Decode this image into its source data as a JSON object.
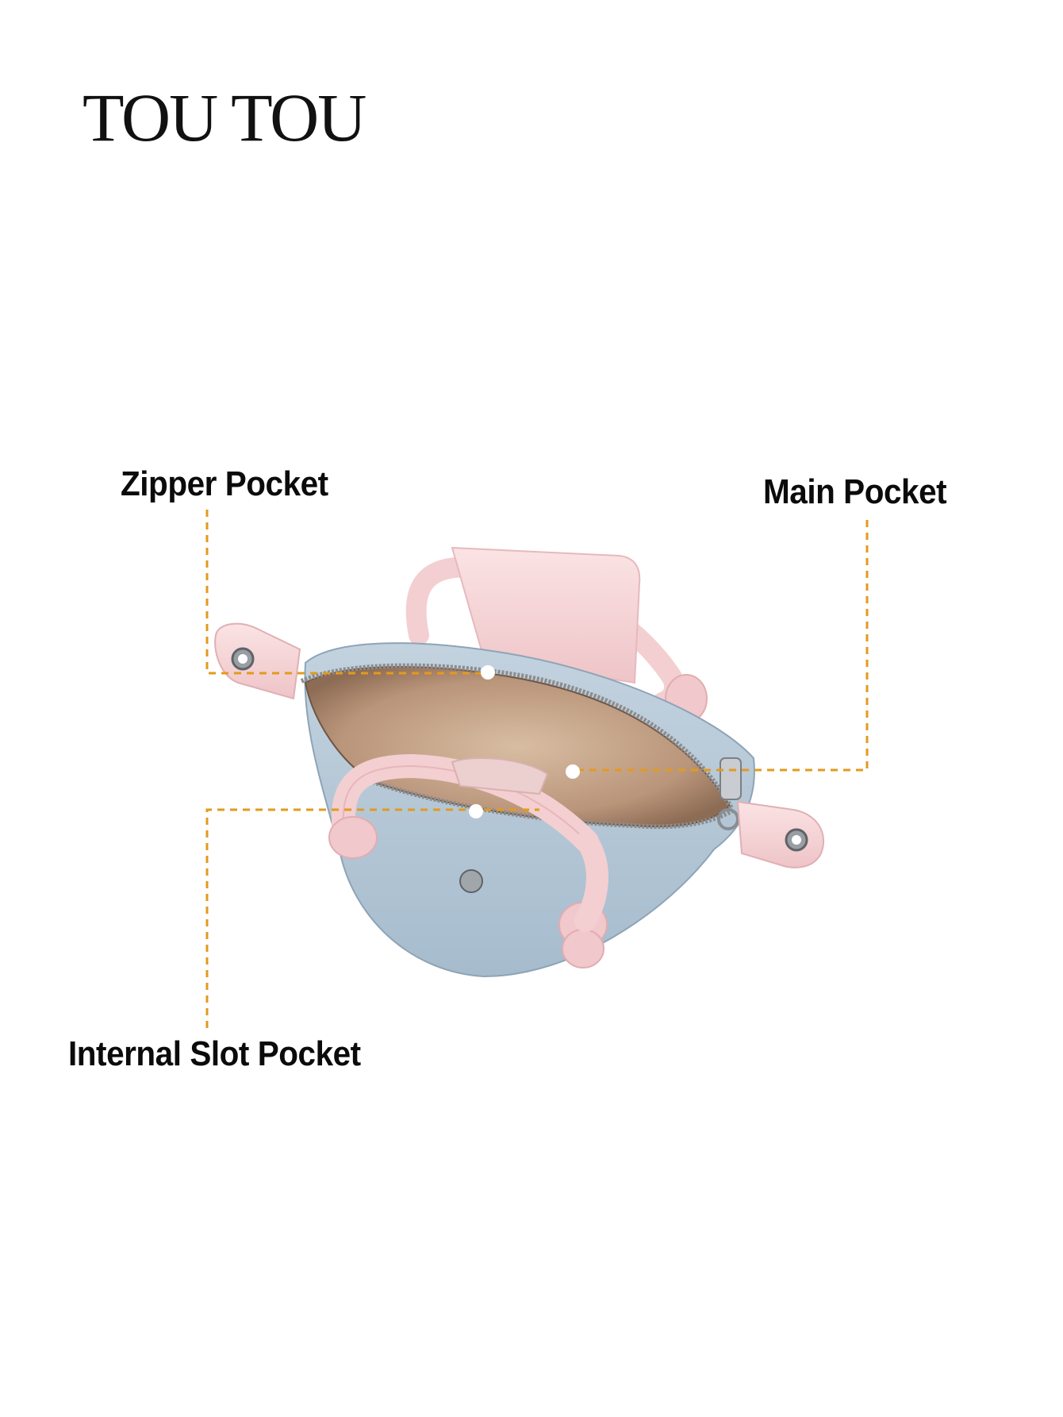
{
  "brand": {
    "logo_text": "TOU TOU"
  },
  "callouts": {
    "zipper_pocket": "Zipper Pocket",
    "main_pocket": "Main Pocket",
    "internal_slot_pocket": "Internal Slot Pocket"
  },
  "colors": {
    "callout_line": "#e39a1f",
    "denim": "#b6c7d6",
    "denim_dark": "#96abbd",
    "leather_pink": "#f4d3d5",
    "lining": "#c9a88a",
    "background": "#ffffff",
    "text": "#0b0b0b"
  },
  "product": {
    "image_subject": "bag-photo"
  }
}
